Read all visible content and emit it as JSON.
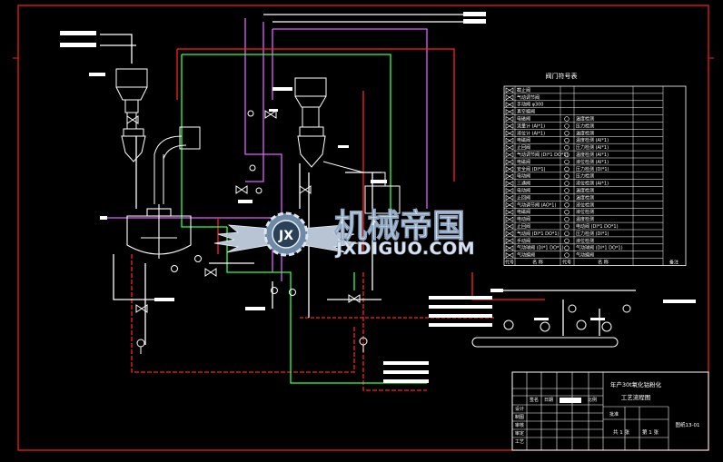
{
  "legend": {
    "title": "阀门符号表",
    "rows": [
      [
        "截止阀",
        ""
      ],
      [
        "气动调节阀",
        ""
      ],
      [
        "手动阀 φ300",
        ""
      ],
      [
        "真空蝶阀",
        ""
      ],
      [
        "电磁阀",
        "温度检测"
      ],
      [
        "流量计 (AI*1)",
        "压力检测"
      ],
      [
        "液位计 (AI*1)",
        "温度检测"
      ],
      [
        "电磁阀",
        "温度检测 (AI*1)"
      ],
      [
        "止回阀",
        "压力检测 (AI*1)"
      ],
      [
        "气动调节阀 (DI*1 DO*1)",
        "温度检测 (AI*1)"
      ],
      [
        "电磁阀",
        "液位检测 (AI*1)"
      ],
      [
        "安全阀 (DI*1)",
        "压力检测 (DI*1)"
      ],
      [
        "电动阀",
        "压力检测"
      ],
      [
        "三通阀",
        "液位检测 (AI*1)"
      ],
      [
        "电动阀",
        "温度检测"
      ],
      [
        "止回阀",
        "温度检测"
      ],
      [
        "气动调节阀 (AO*1)",
        "液位检测"
      ],
      [
        "电磁阀",
        "液位检测"
      ],
      [
        "电动阀",
        "温度检测"
      ],
      [
        "止回阀",
        "电动阀 (DI*1 DO*1)"
      ],
      [
        "气动阀 (DI*1 DO*1)",
        "压力检测 (DI*1)"
      ],
      [
        "手动阀",
        "液位检测"
      ],
      [
        "气动球阀 (DI*1 DO*1)",
        "气动球阀 (DI*1 DO*1)"
      ],
      [
        "气动蝶阀",
        "气动蝶阀"
      ]
    ],
    "footer": [
      "代号",
      "名 称",
      "代号",
      "名 称",
      "备注"
    ]
  },
  "title_block": {
    "project": "年产30t氧化钴粉化",
    "drawing_name": "工艺流程图",
    "drawing_no": "图纸13-01",
    "sheet_total": "共 1 张",
    "sheet_no": "第 1 张",
    "row_labels": [
      "设计",
      "制图",
      "审核",
      "审定",
      "工艺"
    ],
    "col_labels": [
      "签名",
      "日期",
      "比例",
      "批准"
    ]
  },
  "watermark": {
    "cn": "机械帝国",
    "en": "JXDIGUO.COM",
    "badge": "JX"
  },
  "colors": {
    "background": "#000000",
    "line": "#ffffff",
    "red": "#ff2020",
    "green": "#30ff50",
    "magenta": "#e060ff",
    "frame": "#ff2020"
  }
}
